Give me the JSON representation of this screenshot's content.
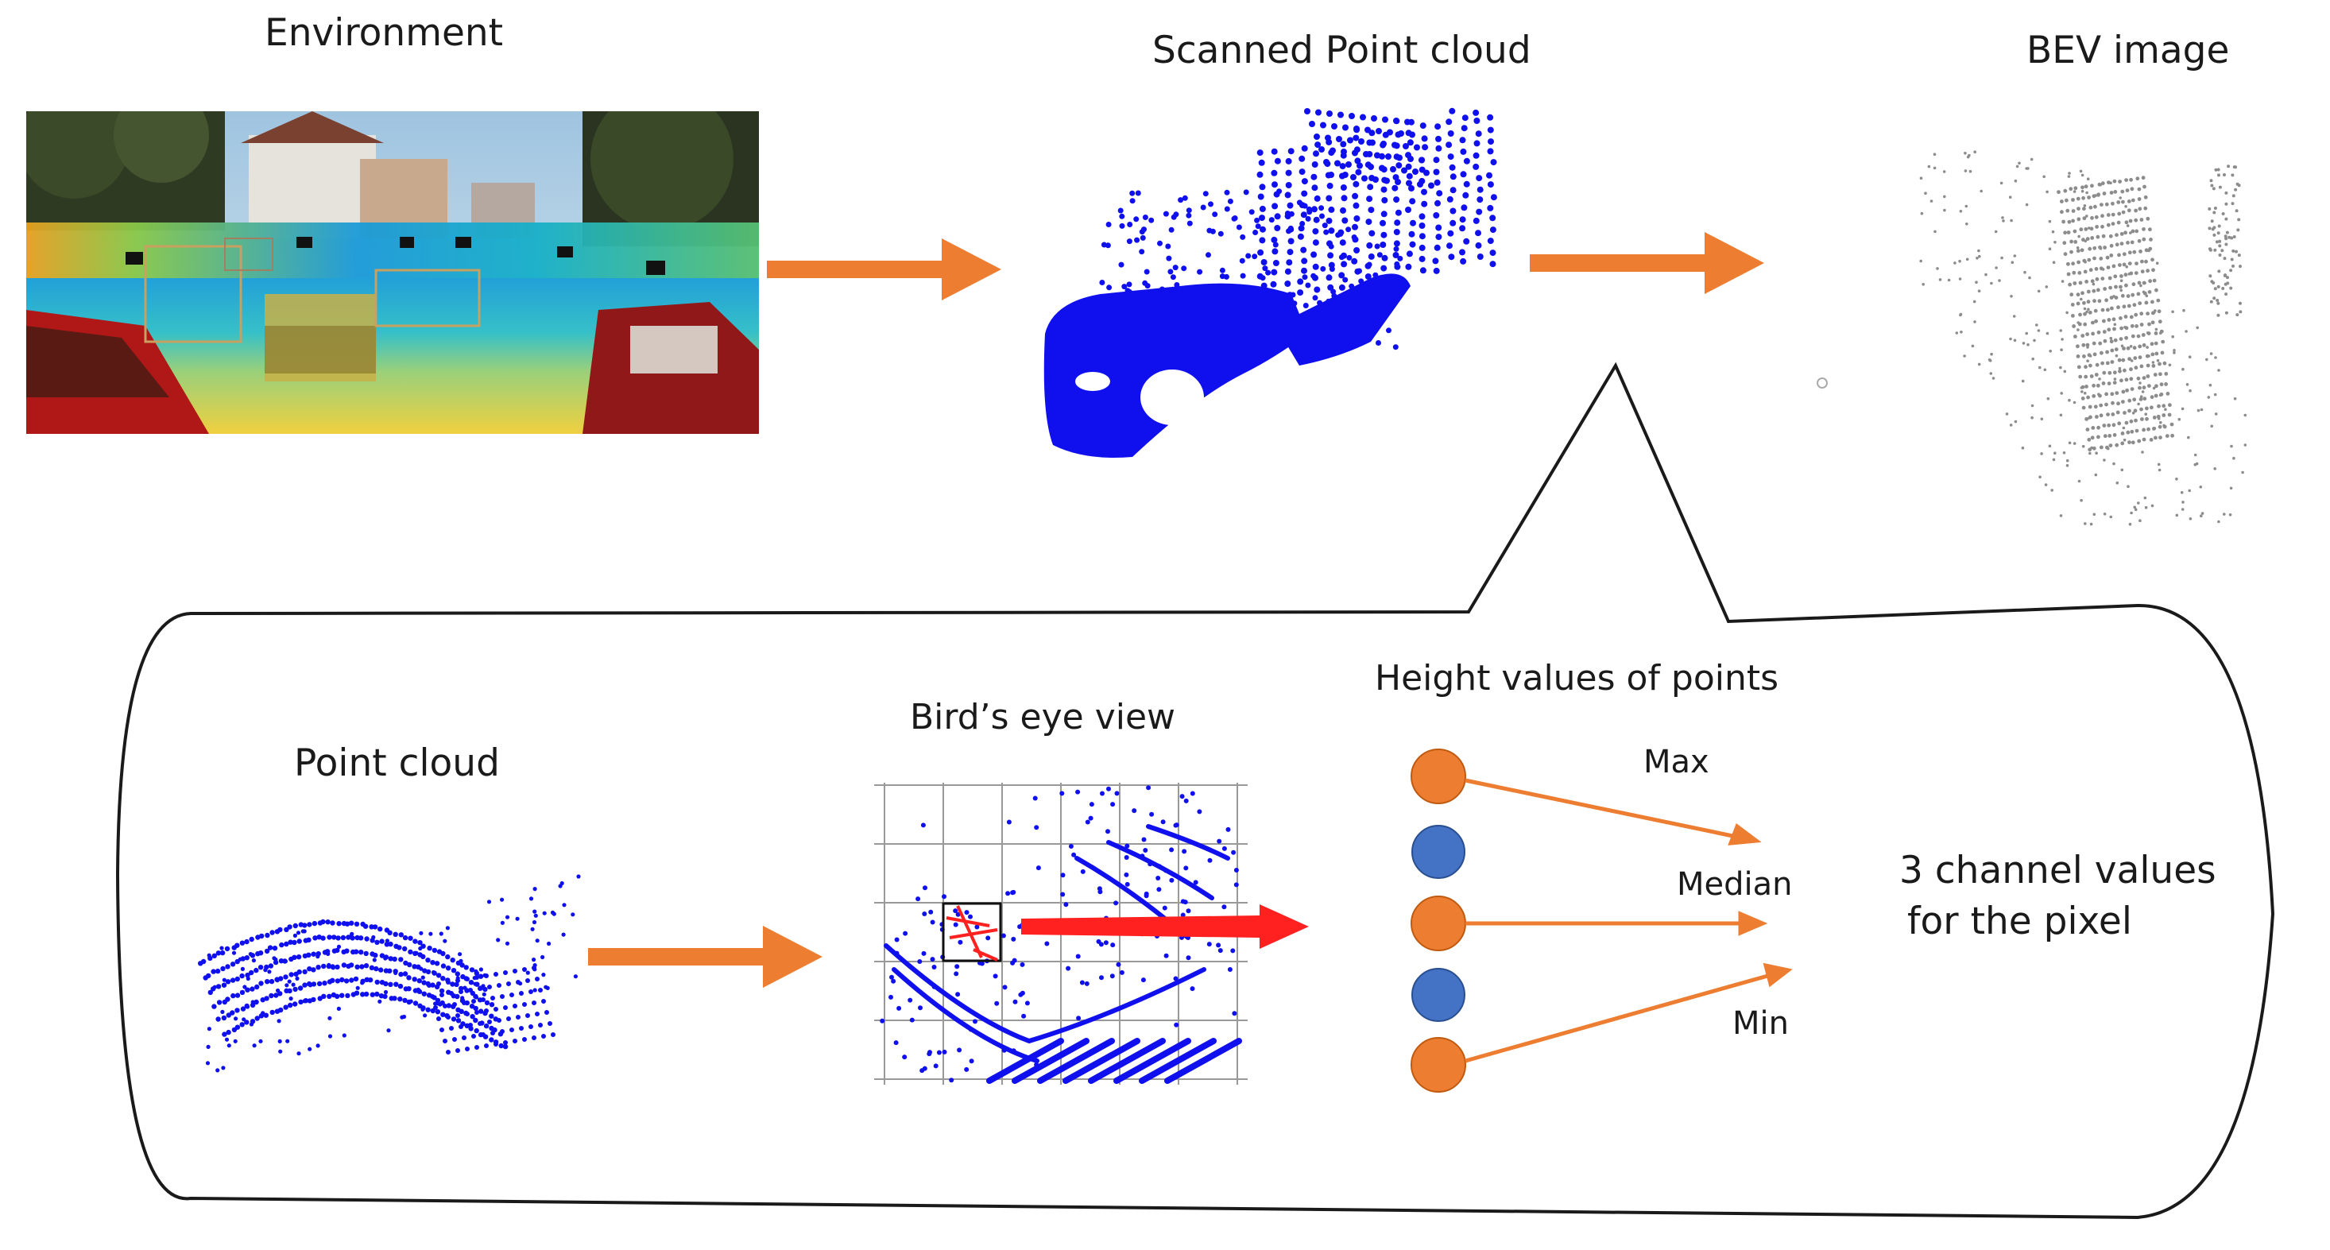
{
  "labels": {
    "environment": "Environment",
    "scanned_point_cloud": "Scanned Point cloud",
    "bev_image": "BEV image",
    "point_cloud": "Point cloud",
    "birds_eye_view": "Bird’s eye view",
    "height_values": "Height values of points",
    "max": "Max",
    "median": "Median",
    "min": "Min",
    "channel_line1": "3 channel values",
    "channel_line2": "for the pixel"
  },
  "colors": {
    "arrow_orange": "#ED7D31",
    "point_blue": "#1010EE",
    "dot_blue": "#4472C4",
    "highlight_red": "#FF2020",
    "bev_gray": "#8C8C8C",
    "callout_black": "#1a1a1a"
  },
  "height_points": [
    {
      "color": "orange",
      "role": "max"
    },
    {
      "color": "blue",
      "role": ""
    },
    {
      "color": "orange",
      "role": "median"
    },
    {
      "color": "blue",
      "role": ""
    },
    {
      "color": "orange",
      "role": "min"
    }
  ]
}
